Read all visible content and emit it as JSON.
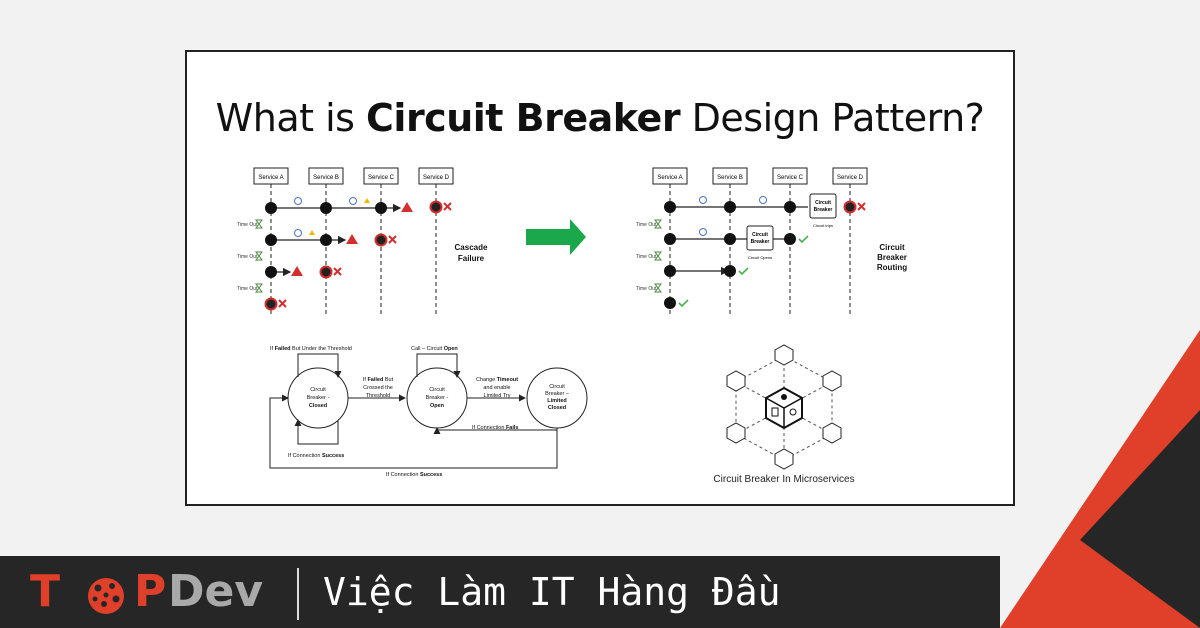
{
  "slide": {
    "title_prefix": "What is ",
    "title_bold": "Circuit Breaker",
    "title_suffix": " Design Pattern?"
  },
  "cascade": {
    "services": [
      "Service A",
      "Service B",
      "Service C",
      "Service D"
    ],
    "timeout_label": "Time Out",
    "caption_line1": "Cascade",
    "caption_line2": "Failure"
  },
  "routing": {
    "services": [
      "Service A",
      "Service B",
      "Service C",
      "Service D"
    ],
    "timeout_label": "Time Out",
    "cb_line1": "Circuit",
    "cb_line2": "Breaker",
    "circuit_trips": "Circuit trips",
    "circuit_opens": "Circuit Opens",
    "caption_line1": "Circuit",
    "caption_line2": "Breaker",
    "caption_line3": "Routing"
  },
  "state_machine": {
    "closed": [
      "Circuit",
      "Breaker -",
      "Closed"
    ],
    "open": [
      "Circuit",
      "Breaker -",
      "Open"
    ],
    "limited": [
      "Circuit",
      "Breaker –",
      "Limited",
      "Closed"
    ],
    "failed_under_a": "If ",
    "failed_under_b": "Failed",
    "failed_under_c": " But Under the Threshold",
    "call_open_a": "Call – Circuit ",
    "call_open_b": "Open",
    "failed_crossed": [
      "If ",
      "Failed",
      " But",
      "Crossed the",
      "Threshold"
    ],
    "change_timeout": [
      "Change ",
      "Timeout",
      "and enable",
      "Limited Try"
    ],
    "conn_fails_a": "If Connection ",
    "conn_fails_b": "Fails",
    "conn_success_a": "If Connection ",
    "conn_success_b": "Success",
    "conn_success2_a": "If Connection ",
    "conn_success2_b": "Success"
  },
  "microservices": {
    "caption": "Circuit Breaker In Microservices"
  },
  "brand": {
    "logo_t": "T",
    "logo_p": "P",
    "logo_dev": "Dev",
    "tagline": "Việc Làm IT Hàng Đầu"
  },
  "colors": {
    "arrow_green": "#1aa84a",
    "brand_red": "#e0402a",
    "brand_dark": "#262626",
    "error_red": "#d32f2f",
    "warning_yellow": "#f2b705",
    "timer_blue": "#4a74c9"
  }
}
